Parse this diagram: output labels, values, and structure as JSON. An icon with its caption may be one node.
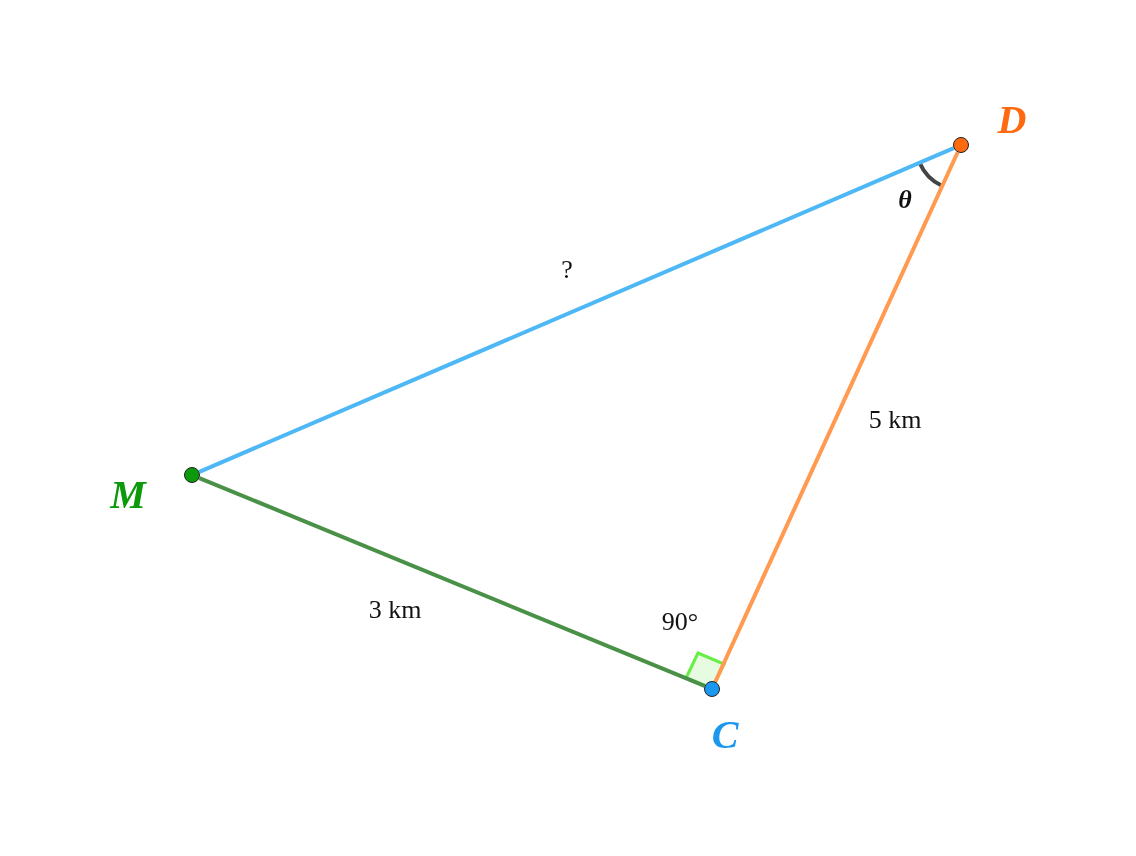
{
  "diagram": {
    "nodes": [
      {
        "text": [],
        "shape": "circle",
        "beside": [
          "M"
        ]
      },
      {
        "text": [],
        "shape": "circle",
        "beside": [
          "D"
        ]
      },
      {
        "text": [],
        "shape": "circle",
        "beside": [
          "C"
        ]
      }
    ],
    "edges": [
      {
        "from": 0,
        "to": 1,
        "arrow": "none",
        "label": "?",
        "color": "#4db8f5"
      },
      {
        "from": 1,
        "to": 2,
        "arrow": "none",
        "label": "5 km",
        "color": "#ff9a50"
      },
      {
        "from": 0,
        "to": 2,
        "arrow": "none",
        "label": "3 km",
        "color": "#4a9148"
      }
    ],
    "labels": [
      "θ",
      "90°"
    ]
  }
}
